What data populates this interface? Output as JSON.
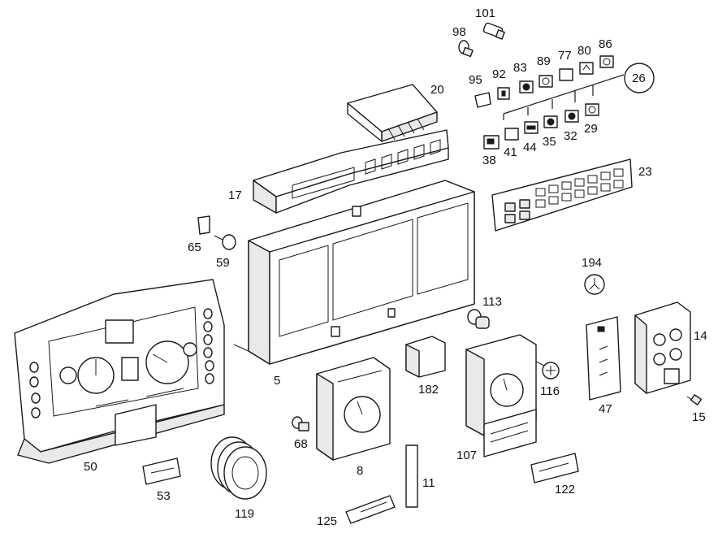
{
  "callouts": {
    "p101": "101",
    "p98": "98",
    "p95": "95",
    "p92": "92",
    "p83": "83",
    "p89": "89",
    "p77": "77",
    "p80": "80",
    "p86": "86",
    "p26": "26",
    "p20": "20",
    "p38": "38",
    "p41": "41",
    "p44": "44",
    "p35": "35",
    "p32": "32",
    "p29": "29",
    "p23": "23",
    "p17": "17",
    "p65": "65",
    "p59": "59",
    "p194": "194",
    "p113": "113",
    "p14": "14",
    "p5": "5",
    "p182": "182",
    "p116": "116",
    "p47": "47",
    "p15": "15",
    "p68": "68",
    "p107": "107",
    "p50": "50",
    "p8": "8",
    "p11": "11",
    "p122": "122",
    "p53": "53",
    "p119": "119",
    "p125": "125"
  }
}
